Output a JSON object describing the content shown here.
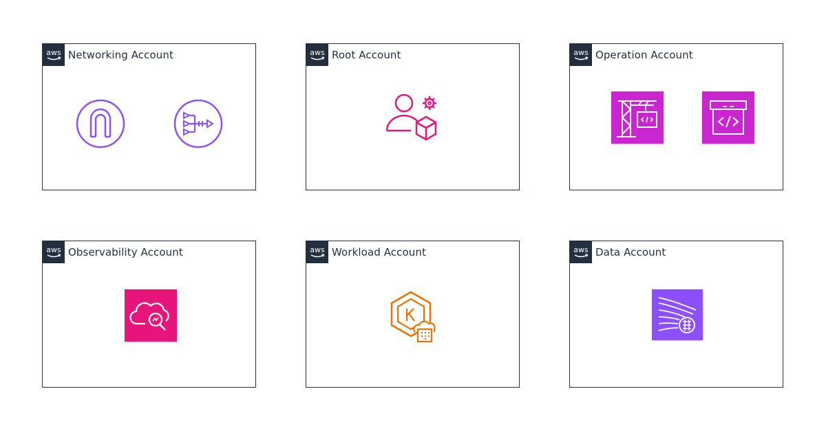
{
  "badge": {
    "text": "aws"
  },
  "accounts": [
    {
      "title": "Networking Account",
      "icons": [
        {
          "name": "internet-gateway-icon",
          "color": "#8c4fff"
        },
        {
          "name": "load-balancer-icon",
          "color": "#8c4fff"
        }
      ]
    },
    {
      "title": "Root Account",
      "icons": [
        {
          "name": "organizations-account-icon",
          "color": "#e7157b"
        }
      ]
    },
    {
      "title": "Operation Account",
      "icons": [
        {
          "name": "codebuild-crane-icon",
          "color": "#c925d1"
        },
        {
          "name": "codecommit-icon",
          "color": "#c925d1"
        }
      ]
    },
    {
      "title": "Observability Account",
      "icons": [
        {
          "name": "cloudwatch-icon",
          "color": "#e7157b"
        }
      ]
    },
    {
      "title": "Workload Account",
      "icons": [
        {
          "name": "eks-icon",
          "color": "#ed7100"
        }
      ]
    },
    {
      "title": "Data Account",
      "icons": [
        {
          "name": "data-streams-icon",
          "color": "#8c4fff"
        }
      ]
    }
  ]
}
